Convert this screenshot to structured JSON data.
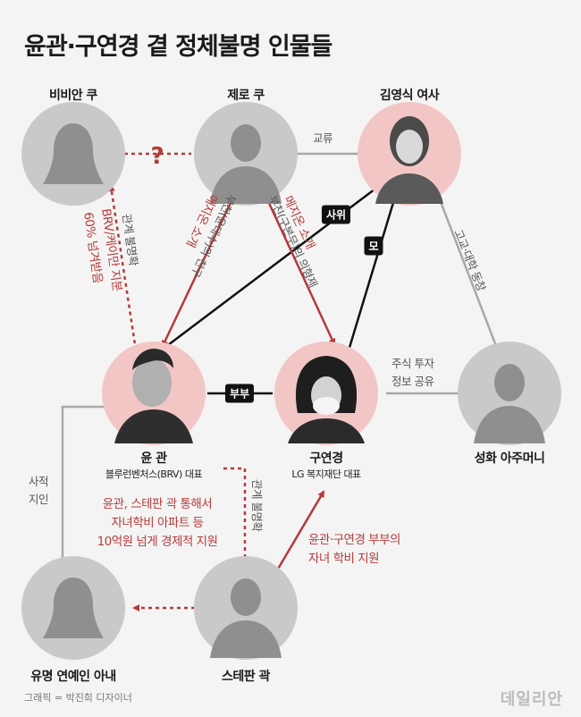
{
  "title": "윤관·구연경 곁 정체불명 인물들",
  "people": {
    "vivian": {
      "name": "비비안 쿠"
    },
    "zero": {
      "name": "제로 쿠"
    },
    "kim": {
      "name": "김영식 여사"
    },
    "yun": {
      "name": "윤 관",
      "role": "블루런벤처스(BRV) 대표"
    },
    "koo": {
      "name": "구연경",
      "role": "LG 복지재단 대표"
    },
    "seonghwa": {
      "name": "성화 아주머니"
    },
    "wife": {
      "name": "유명 연예인 아내"
    },
    "stefan": {
      "name": "스테판 곽"
    }
  },
  "relations": {
    "question": "?",
    "exchange": "교류",
    "son_in_law": "사위",
    "mother": "모",
    "couple": "부부",
    "school_line1": "고교·대학 동창",
    "stock_line1": "주식 투자",
    "stock_line2": "정보 공유",
    "acquaint_line1": "사적",
    "acquaint_line2": "지인",
    "unclear_vivian": "관계 불명확",
    "brv_share": "BRV/케이만 지분",
    "share_60": "60% 넘겨받음",
    "meeting1": "메지온 소개",
    "friend": "부친(윤태수)의 친구",
    "meeting2": "메지온 소개",
    "bro": "부친(구본무)의 의형제",
    "unclear_stefan": "관계 불명확",
    "support_line1": "윤관, 스테판 곽 통해서",
    "support_line2": "자녀학비 아파트 등",
    "support_line3": "10억원 넘게 경제적 지원",
    "tuition_line1": "윤관·구연경 부부의",
    "tuition_line2": "자녀 학비 지원"
  },
  "credit": "그래픽 = 박진희 디자이너",
  "brand": "데일리안",
  "colors": {
    "red": "#b53a3a",
    "pink": "#f3c6c6",
    "gray": "#c9c9c9",
    "line": "#a8a8a8"
  }
}
